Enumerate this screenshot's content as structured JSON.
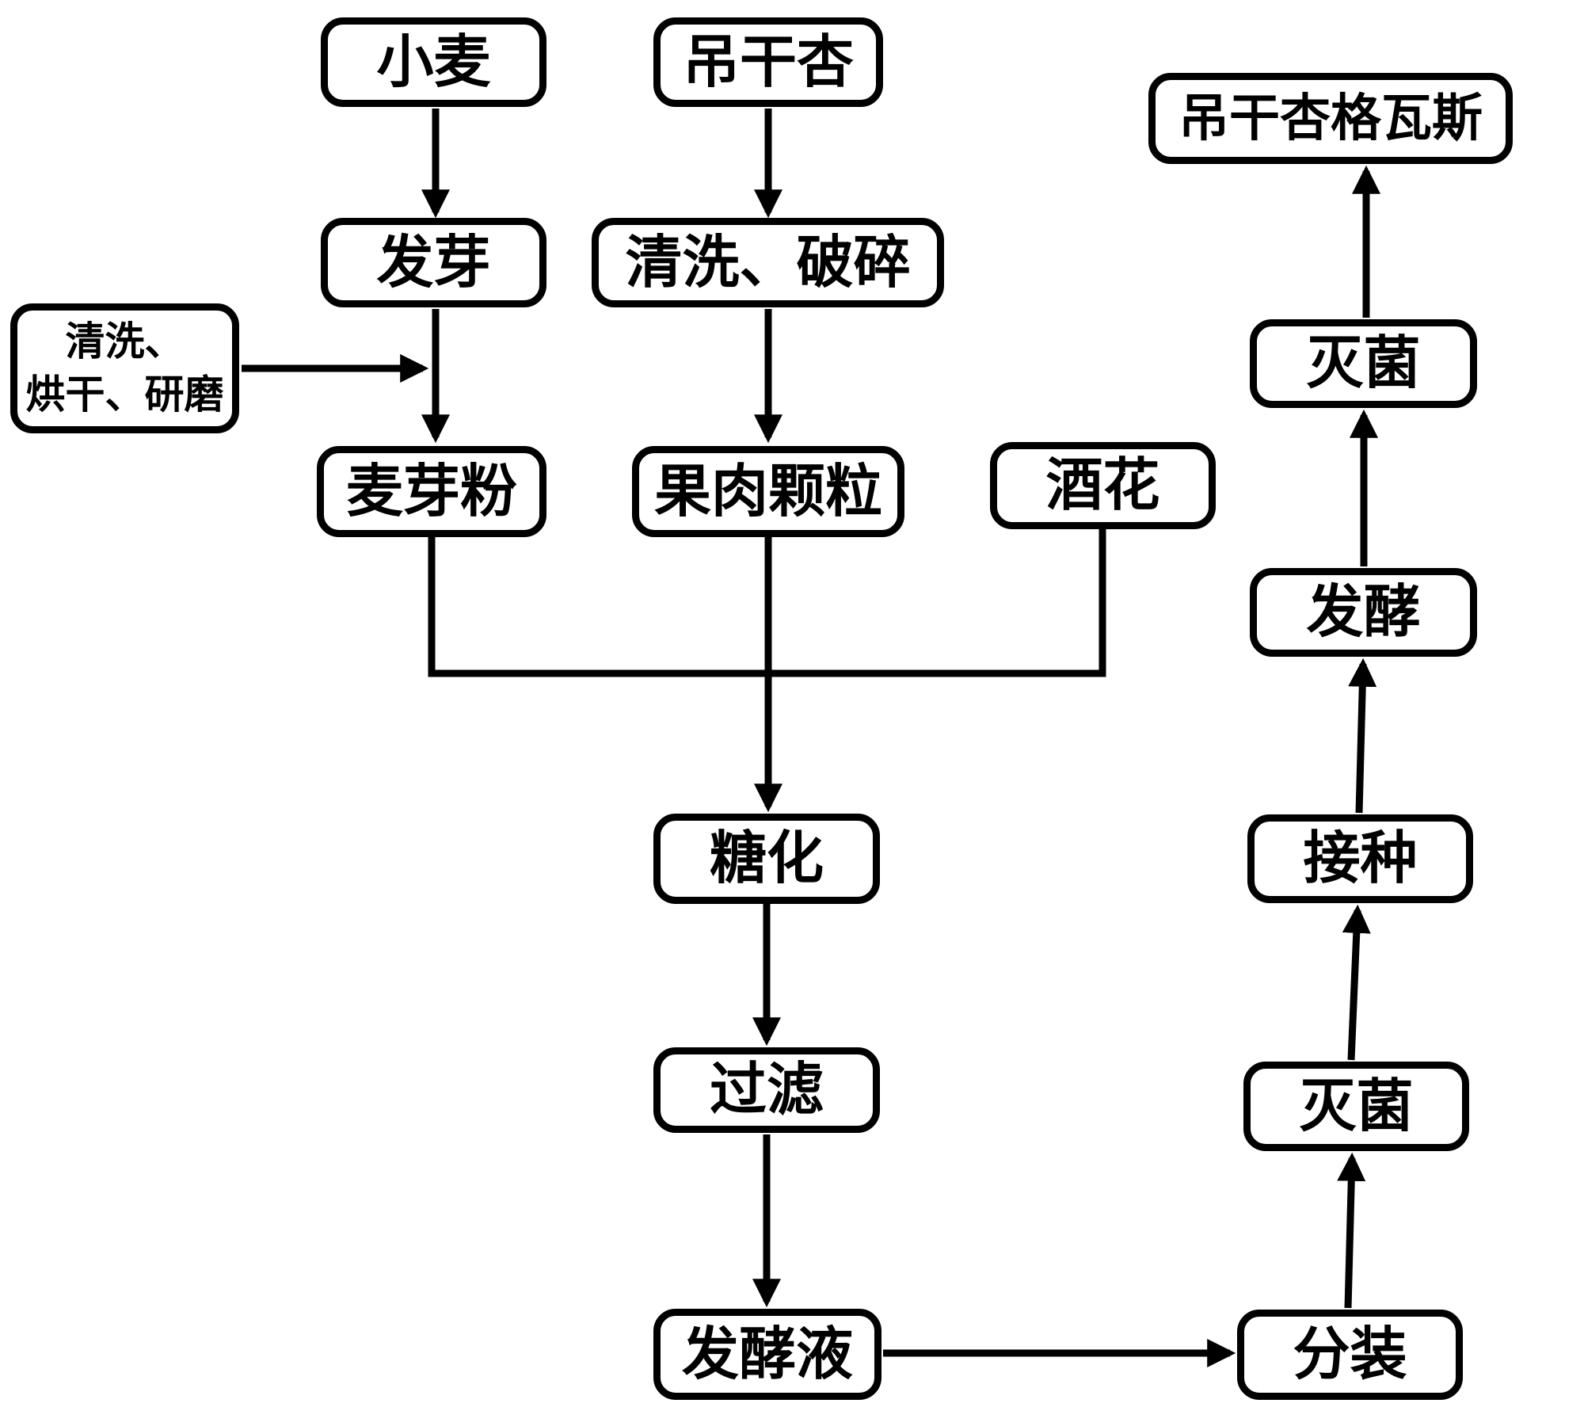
{
  "diagram": {
    "type": "flowchart",
    "language": "zh-CN",
    "colors": {
      "background": "#ffffff",
      "line": "#000000",
      "box_fill": "#ffffff",
      "text": "#000000"
    },
    "nodes": [
      {
        "id": "wheat",
        "label": "小麦"
      },
      {
        "id": "dried-apricot",
        "label": "吊干杏"
      },
      {
        "id": "dried-apricot-kvass",
        "label": "吊干杏格瓦斯"
      },
      {
        "id": "germination",
        "label": "发芽"
      },
      {
        "id": "washing-crushing",
        "label": "清洗、破碎"
      },
      {
        "id": "washing-drying-grinding",
        "lines": [
          "清洗、",
          "烘干、研磨"
        ]
      },
      {
        "id": "malt-powder",
        "label": "麦芽粉"
      },
      {
        "id": "pulp-granules",
        "label": "果肉颗粒"
      },
      {
        "id": "hops",
        "label": "酒花"
      },
      {
        "id": "sterilization-1",
        "label": "灭菌"
      },
      {
        "id": "fermentation",
        "label": "发酵"
      },
      {
        "id": "saccharification",
        "label": "糖化"
      },
      {
        "id": "inoculation",
        "label": "接种"
      },
      {
        "id": "sterilization-2",
        "label": "灭菌"
      },
      {
        "id": "filtration",
        "label": "过滤"
      },
      {
        "id": "fermentation-broth",
        "label": "发酵液"
      },
      {
        "id": "filling",
        "label": "分装"
      }
    ],
    "edges": [
      {
        "from": "wheat",
        "to": "germination"
      },
      {
        "from": "dried-apricot",
        "to": "washing-crushing"
      },
      {
        "from": "germination",
        "to": "malt-powder"
      },
      {
        "from": "washing-crushing",
        "to": "pulp-granules"
      },
      {
        "from": "washing-drying-grinding",
        "to": "germination-to-malt-powder-line"
      },
      {
        "from": "malt-powder",
        "to": "saccharification"
      },
      {
        "from": "pulp-granules",
        "to": "saccharification"
      },
      {
        "from": "hops",
        "to": "saccharification"
      },
      {
        "from": "saccharification",
        "to": "filtration"
      },
      {
        "from": "filtration",
        "to": "fermentation-broth"
      },
      {
        "from": "fermentation-broth",
        "to": "filling"
      },
      {
        "from": "filling",
        "to": "sterilization-2"
      },
      {
        "from": "sterilization-2",
        "to": "inoculation"
      },
      {
        "from": "inoculation",
        "to": "fermentation"
      },
      {
        "from": "fermentation",
        "to": "sterilization-1"
      },
      {
        "from": "sterilization-1",
        "to": "dried-apricot-kvass"
      }
    ]
  }
}
